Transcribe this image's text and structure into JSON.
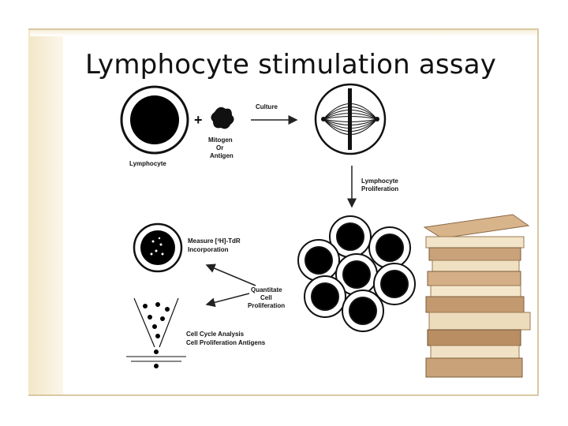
{
  "slide": {
    "title": "Lymphocyte stimulation assay"
  },
  "diagram": {
    "lymphocyte_label": "Lymphocyte",
    "plus_sign": "+",
    "mitogen_label": [
      "Mitogen",
      "Or",
      "Antigen"
    ],
    "culture_label": "Culture",
    "proliferation_label": [
      "Lymphocyte",
      "Proliferation"
    ],
    "measure_label": [
      "Measure [³H]-TdR",
      "Incorporation"
    ],
    "quantitate_label": [
      "Quantitate",
      "Cell",
      "Proliferation"
    ],
    "cycle_label": [
      "Cell Cycle Analysis",
      "Cell Proliferation Antigens"
    ]
  },
  "colors": {
    "frame_border": "#d9c9a3",
    "cell_fill": "#000000",
    "book_cover": "#c9a27a",
    "book_pages": "#f1e4c8"
  }
}
